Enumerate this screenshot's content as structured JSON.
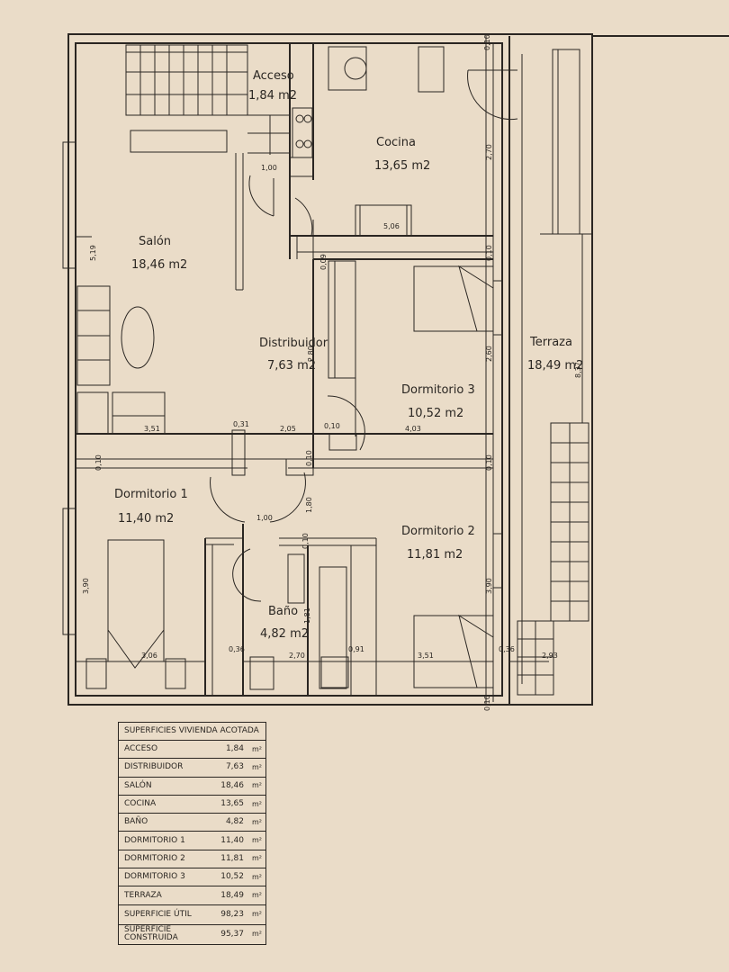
{
  "rooms": {
    "acceso": {
      "name": "Acceso",
      "area": "1,84 m2"
    },
    "cocina": {
      "name": "Cocina",
      "area": "13,65 m2"
    },
    "salon": {
      "name": "Salón",
      "area": "18,46 m2"
    },
    "distribuidor": {
      "name": "Distribuidor",
      "area": "7,63 m2"
    },
    "dormitorio3": {
      "name": "Dormitorio 3",
      "area": "10,52 m2"
    },
    "terraza": {
      "name": "Terraza",
      "area": "18,49 m2"
    },
    "dormitorio1": {
      "name": "Dormitorio 1",
      "area": "11,40 m2"
    },
    "dormitorio2": {
      "name": "Dormitorio 2",
      "area": "11,81 m2"
    },
    "bano": {
      "name": "Baño",
      "area": "4,82 m2"
    }
  },
  "dimensions": {
    "d_100a": "1,00",
    "d_506": "5,06",
    "d_270a": "2,70",
    "d_010a": "0,10",
    "d_009": "0,09",
    "d_519": "5,19",
    "d_280": "2,80",
    "d_260": "2,60",
    "d_837": "8,37",
    "d_351a": "3,51",
    "d_031": "0,31",
    "d_205": "2,05",
    "d_010b": "0,10",
    "d_403": "4,03",
    "d_010c": "0,10",
    "d_010d": "0,10",
    "d_010e": "0,10",
    "d_180": "1,80",
    "d_100b": "1,00",
    "d_010f": "0,10",
    "d_390a": "3,90",
    "d_390b": "3,90",
    "d_181": "1,81",
    "d_306": "3,06",
    "d_036a": "0,36",
    "d_270b": "2,70",
    "d_091": "0,91",
    "d_351b": "3,51",
    "d_036b": "0,36",
    "d_293": "2,93",
    "d_010g": "0,10",
    "d_010h": "0,10"
  },
  "table": {
    "title": "SUPERFICIES VIVIENDA ACOTADA",
    "unit": "m²",
    "rows": [
      {
        "name": "ACCESO",
        "value": "1,84"
      },
      {
        "name": "DISTRIBUIDOR",
        "value": "7,63"
      },
      {
        "name": "SALÓN",
        "value": "18,46"
      },
      {
        "name": "COCINA",
        "value": "13,65"
      },
      {
        "name": "BAÑO",
        "value": "4,82"
      },
      {
        "name": "DORMITORIO 1",
        "value": "11,40"
      },
      {
        "name": "DORMITORIO 2",
        "value": "11,81"
      },
      {
        "name": "DORMITORIO 3",
        "value": "10,52"
      },
      {
        "name": "TERRAZA",
        "value": "18,49"
      },
      {
        "name": "SUPERFICIE ÚTIL",
        "value": "98,23"
      },
      {
        "name": "SUPERFICIE CONSTRUIDA",
        "value": "95,37"
      }
    ]
  }
}
